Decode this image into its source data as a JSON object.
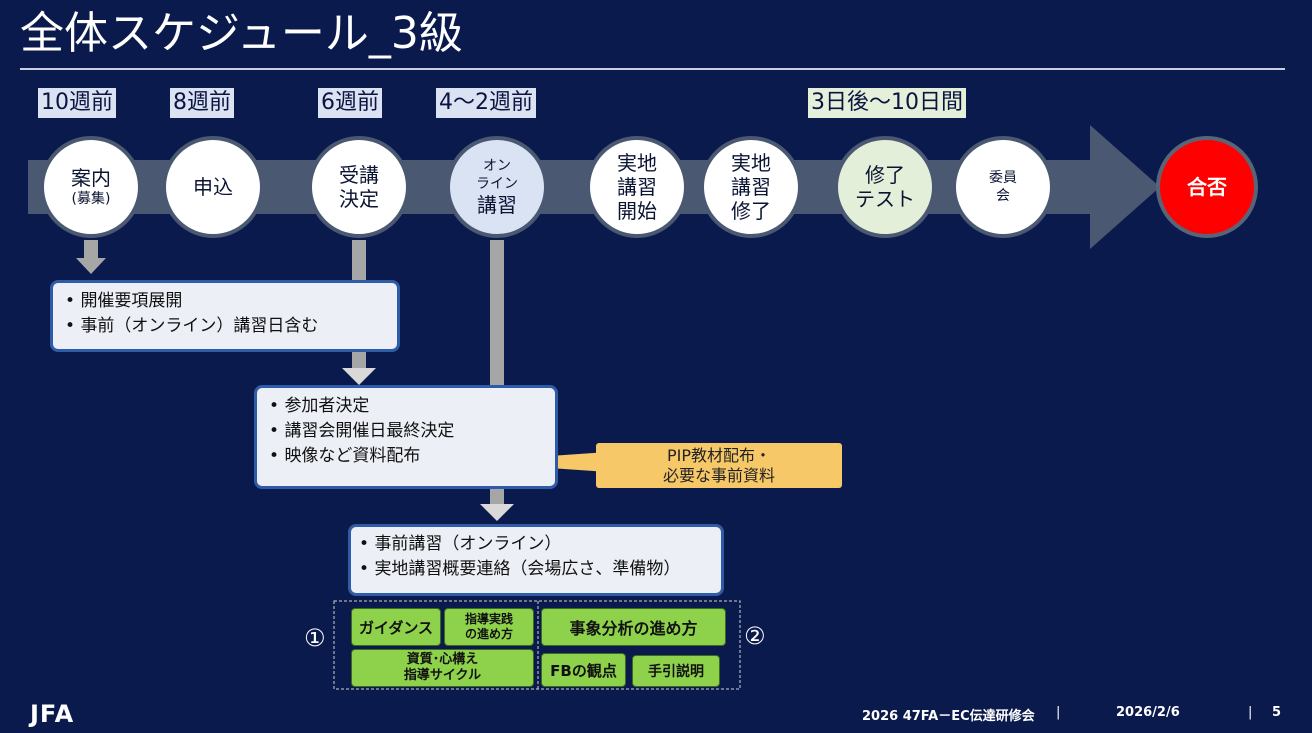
{
  "title": "全体スケジュール_3級",
  "timeline_labels": [
    "10週前",
    "8週前",
    "6週前",
    "4～2週前",
    "3日後～10日間"
  ],
  "steps": {
    "s1": {
      "line1": "案内",
      "line2": "(募集)"
    },
    "s2": {
      "line1": "申込"
    },
    "s3": {
      "line1": "受講",
      "line2": "決定"
    },
    "s4": {
      "line1": "オン",
      "line2": "ライン",
      "line3": "講習"
    },
    "s5": {
      "line1": "実地",
      "line2": "講習",
      "line3": "開始"
    },
    "s6": {
      "line1": "実地",
      "line2": "講習",
      "line3": "修了"
    },
    "s7": {
      "line1": "修了",
      "line2": "テスト"
    },
    "s8": {
      "line1": "委員",
      "line2": "会"
    },
    "s9": {
      "line1": "合否"
    }
  },
  "box1": [
    "開催要項展開",
    "事前（オンライン）講習日含む"
  ],
  "box2": [
    "参加者決定",
    "講習会開催日最終決定",
    "映像など資料配布"
  ],
  "callout": {
    "line1": "PIP教材配布・",
    "line2": "必要な事前資料"
  },
  "box3": [
    "事前講習（オンライン）",
    "実地講習概要連絡（会場広さ、準備物）"
  ],
  "group1_number": "①",
  "group2_number": "②",
  "modules": {
    "guidance": "ガイダンス",
    "practice_line1": "指導実践",
    "practice_line2": "の進め方",
    "qualities_line1": "資質･心構え",
    "qualities_line2": "指導サイクル",
    "analysis": "事象分析の進め方",
    "fb": "FBの観点",
    "manual": "手引説明"
  },
  "footer": {
    "logo": "JFA",
    "event": "2026  47FA－EC伝達研修会",
    "date": "2026/2/6",
    "page": "5"
  },
  "colors": {
    "background": "#0b1a4d",
    "arrow": "#4a5872",
    "box_border": "#2f5ca8",
    "callout": "#f7c868",
    "module_green": "#8ed14b",
    "result_red": "#ff0000"
  }
}
